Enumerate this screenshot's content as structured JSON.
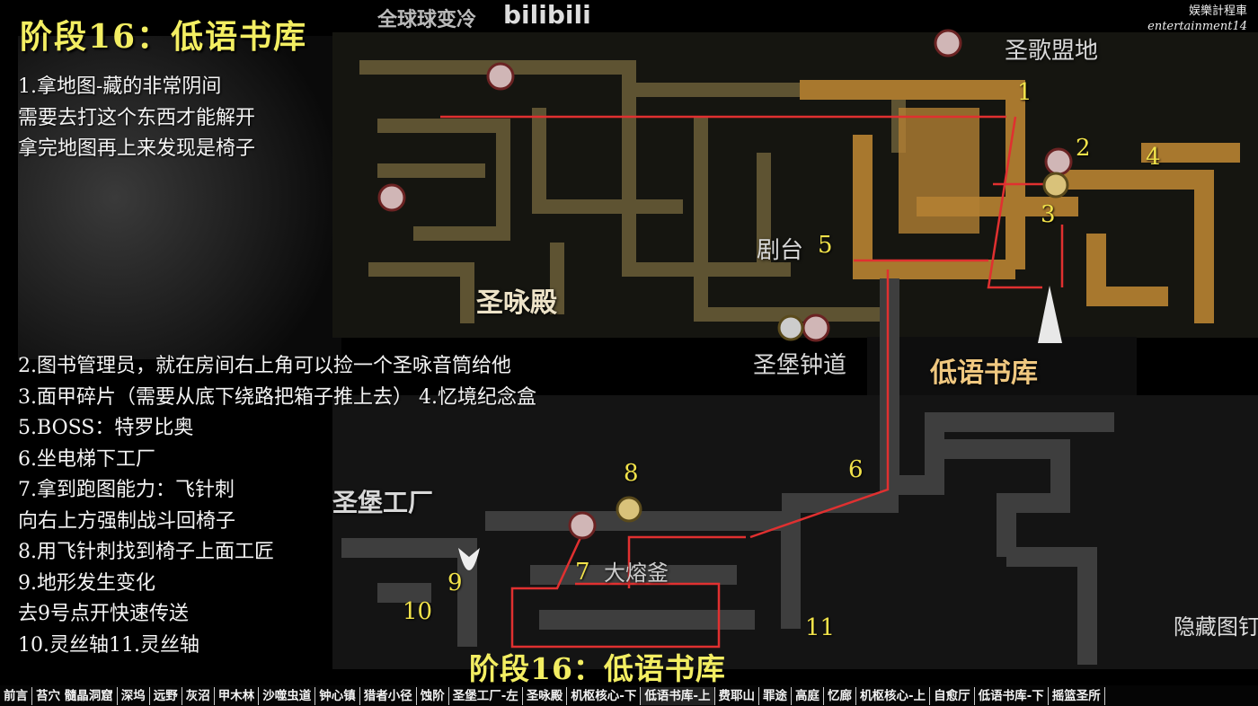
{
  "title": "阶段16：低语书库",
  "watermark": "全球球变冷",
  "brand": "bilibili",
  "corner_logo": {
    "line1": "娱樂計程車",
    "line2": "entertainment14"
  },
  "notes_top": [
    "1.拿地图-藏的非常阴间",
    "需要去打这个东西才能解开",
    "拿完地图再上来发现是椅子"
  ],
  "notes_bottom": [
    "2.图书管理员，就在房间右上角可以捡一个圣咏音筒给他",
    "3.面甲碎片（需要从底下绕路把箱子推上去） 4.忆境纪念盒",
    "5.BOSS：特罗比奥",
    "6.坐电梯下工厂",
    "7.拿到跑图能力：飞针刺",
    "向右上方强制战斗回椅子",
    "8.用飞针刺找到椅子上面工匠",
    "9.地形发生变化",
    "去9号点开快速传送",
    "10.灵丝轴11.灵丝轴"
  ],
  "places": {
    "shengge": "圣歌盟地",
    "juchang": "剧台",
    "shengyong": "圣咏殿",
    "zhongdao": "圣堡钟道",
    "diyu": "低语书库",
    "gongchang": "圣堡工厂",
    "rongfu": "大熔釜",
    "hidden": "隐藏图钉"
  },
  "markers": [
    "1",
    "2",
    "3",
    "4",
    "5",
    "6",
    "7",
    "8",
    "9",
    "10",
    "11"
  ],
  "bottom_title": "阶段16：低语书库",
  "nav": [
    "前言",
    "苔穴 髓晶洞窟",
    "深坞",
    "远野",
    "灰沼",
    "甲木林",
    "沙噬虫道",
    "钟心镇",
    "猎者小径",
    "蚀阶",
    "圣堡工厂-左",
    "圣咏殿",
    "机枢核心-下",
    "低语书库-上",
    "费耶山",
    "罪途",
    "高庭",
    "忆廊",
    "机枢核心-上",
    "自愈厅",
    "低语书库-下",
    "摇篮圣所"
  ],
  "colors": {
    "title": "#f3ee62",
    "route": "#e03030",
    "gold": "#c79a45"
  }
}
